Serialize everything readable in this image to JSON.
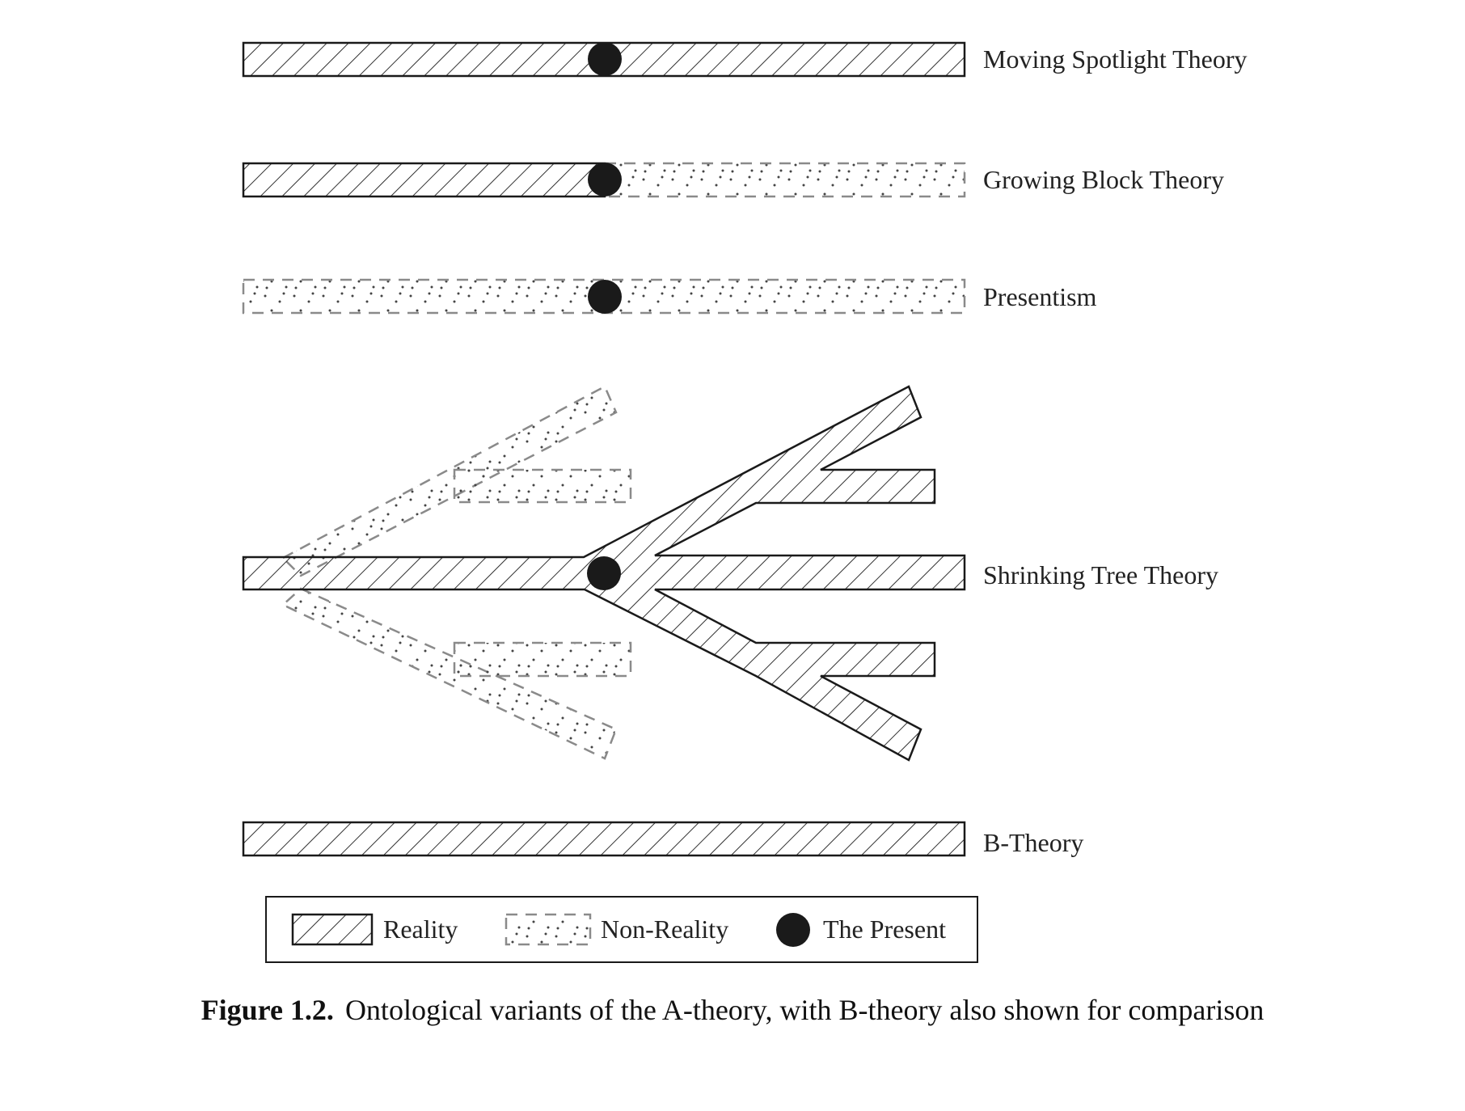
{
  "colors": {
    "reality_stroke": "#1a1a1a",
    "non_reality_stroke": "#8a8a8a",
    "present_fill": "#1a1a1a",
    "background": "#ffffff"
  },
  "theories": {
    "moving_spotlight": "Moving Spotlight Theory",
    "growing_block": "Growing Block Theory",
    "presentism": "Presentism",
    "shrinking_tree": "Shrinking Tree Theory",
    "b_theory": "B-Theory"
  },
  "legend": {
    "reality": "Reality",
    "non_reality": "Non-Reality",
    "present": "The Present"
  },
  "caption": {
    "label": "Figure 1.2.",
    "text": "Ontological variants of the A-theory, with B-theory also shown for comparison"
  }
}
